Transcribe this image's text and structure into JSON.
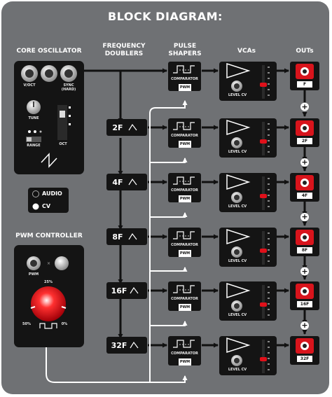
{
  "title": "BLOCK DIAGRAM:",
  "columns": {
    "core": "CORE OSCILLATOR",
    "doublers": [
      "FREQUENCY",
      "DOUBLERS"
    ],
    "shapers": [
      "PULSE",
      "SHAPERS"
    ],
    "vcas": "VCAs",
    "outs": "OUTs"
  },
  "core_oscillator": {
    "jacks": [
      "V/OCT",
      "SYNC",
      "(HARD)"
    ],
    "tune": "TUNE",
    "range": "RANGE",
    "oct": "OCT"
  },
  "legend": {
    "audio": "AUDIO",
    "cv": "CV"
  },
  "pwm_controller": {
    "title": "PWM CONTROLLER",
    "jack": "PWM",
    "percent_top": "25%",
    "percent_left": "50%",
    "percent_right": "0%"
  },
  "doublers": [
    "2F",
    "4F",
    "8F",
    "16F",
    "32F"
  ],
  "shaper_labels": {
    "comparator": "COMPARATOR",
    "pwm": "PWM"
  },
  "vca_label": "LEVEL CV",
  "outputs": [
    "F",
    "2F",
    "4F",
    "8F",
    "16F",
    "32F"
  ],
  "plus": "+",
  "colors": {
    "panel": "#6f7174",
    "module": "#141414",
    "led": "#e0101a",
    "jack_red": "#d8141c"
  }
}
